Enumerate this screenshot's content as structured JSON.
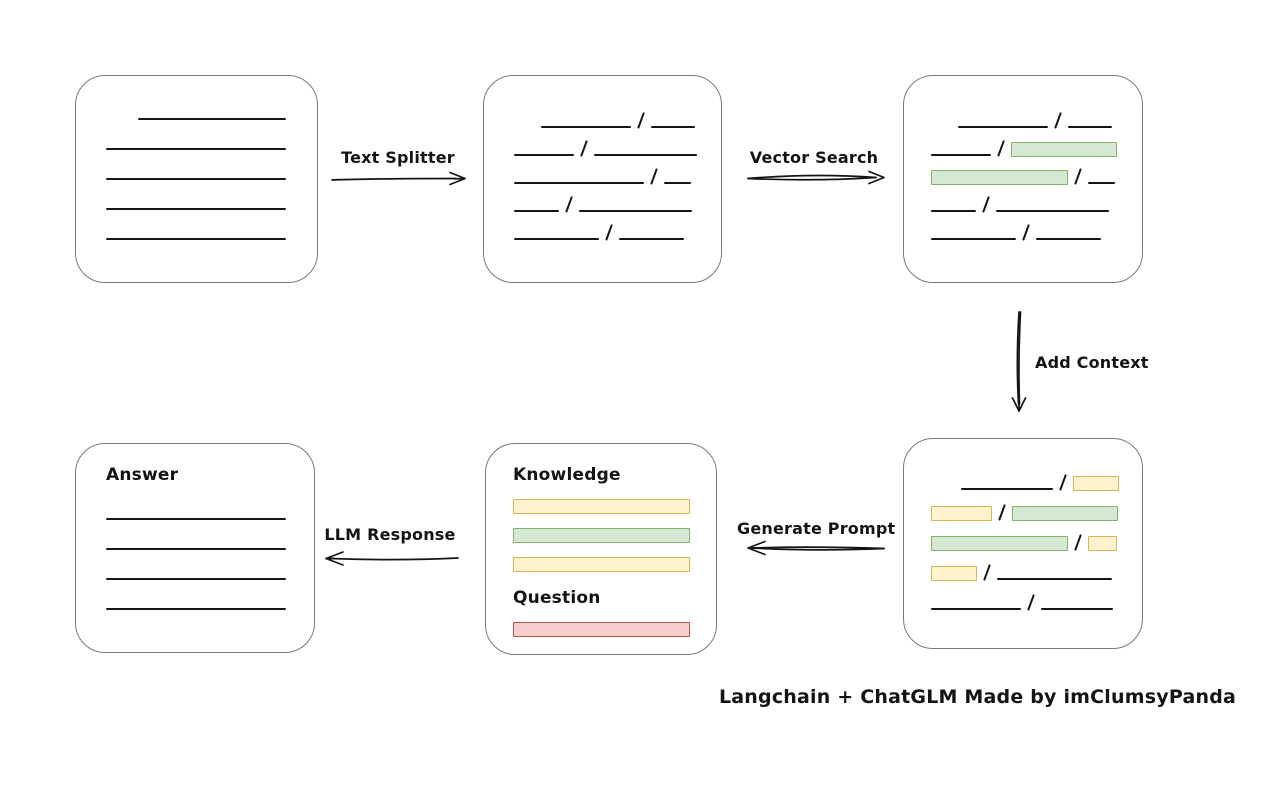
{
  "caption": "Langchain + ChatGLM Made by imClumsyPanda",
  "labels": {
    "text_splitter": "Text Splitter",
    "vector_search": "Vector Search",
    "add_context": "Add Context",
    "generate_prompt": "Generate Prompt",
    "llm_response": "LLM Response",
    "knowledge": "Knowledge",
    "question": "Question",
    "answer": "Answer"
  },
  "colors": {
    "green_fill": "#d5e8d4",
    "green_stroke": "#82b366",
    "yellow_fill": "#fff2cc",
    "yellow_stroke": "#d6b656",
    "red_fill": "#f8cecc",
    "red_stroke": "#b85450",
    "box_stroke": "#7b7b7b",
    "line": "#161616"
  },
  "boxes": {
    "document": {
      "rows": [
        [
          {
            "t": "gap",
            "w": 32
          },
          {
            "t": "line",
            "w": 148
          }
        ],
        [
          {
            "t": "line",
            "w": 180
          }
        ],
        [
          {
            "t": "line",
            "w": 180
          }
        ],
        [
          {
            "t": "line",
            "w": 180
          }
        ],
        [
          {
            "t": "line",
            "w": 180
          }
        ]
      ]
    },
    "chunks": {
      "rows": [
        [
          {
            "t": "gap",
            "w": 27
          },
          {
            "t": "line",
            "w": 90
          },
          {
            "t": "slash"
          },
          {
            "t": "line",
            "w": 44
          }
        ],
        [
          {
            "t": "line",
            "w": 60
          },
          {
            "t": "slash"
          },
          {
            "t": "line",
            "w": 103
          }
        ],
        [
          {
            "t": "line",
            "w": 130
          },
          {
            "t": "slash"
          },
          {
            "t": "line",
            "w": 27
          }
        ],
        [
          {
            "t": "line",
            "w": 45
          },
          {
            "t": "slash"
          },
          {
            "t": "line",
            "w": 113
          }
        ],
        [
          {
            "t": "line",
            "w": 85
          },
          {
            "t": "slash"
          },
          {
            "t": "line",
            "w": 65
          }
        ]
      ]
    },
    "retrieved": {
      "rows": [
        [
          {
            "t": "gap",
            "w": 27
          },
          {
            "t": "line",
            "w": 90
          },
          {
            "t": "slash"
          },
          {
            "t": "line",
            "w": 44
          }
        ],
        [
          {
            "t": "line",
            "w": 60
          },
          {
            "t": "slash"
          },
          {
            "t": "chip",
            "c": "green",
            "w": 104
          }
        ],
        [
          {
            "t": "chip",
            "c": "green",
            "w": 135
          },
          {
            "t": "slash"
          },
          {
            "t": "line",
            "w": 27
          }
        ],
        [
          {
            "t": "line",
            "w": 45
          },
          {
            "t": "slash"
          },
          {
            "t": "line",
            "w": 113
          }
        ],
        [
          {
            "t": "line",
            "w": 85
          },
          {
            "t": "slash"
          },
          {
            "t": "line",
            "w": 65
          }
        ]
      ]
    },
    "context": {
      "rows": [
        [
          {
            "t": "gap",
            "w": 30
          },
          {
            "t": "line",
            "w": 92
          },
          {
            "t": "slash"
          },
          {
            "t": "chip",
            "c": "yellow",
            "w": 44
          }
        ],
        [
          {
            "t": "chip",
            "c": "yellow",
            "w": 59
          },
          {
            "t": "slash"
          },
          {
            "t": "chip",
            "c": "green",
            "w": 104
          }
        ],
        [
          {
            "t": "chip",
            "c": "green",
            "w": 135
          },
          {
            "t": "slash"
          },
          {
            "t": "chip",
            "c": "yellow",
            "w": 27
          }
        ],
        [
          {
            "t": "chip",
            "c": "yellow",
            "w": 44
          },
          {
            "t": "slash"
          },
          {
            "t": "line",
            "w": 115
          }
        ],
        [
          {
            "t": "line",
            "w": 90
          },
          {
            "t": "slash"
          },
          {
            "t": "line",
            "w": 72
          }
        ]
      ]
    },
    "prompt_knowledge": {
      "rows": [
        [
          {
            "t": "bar",
            "c": "yellow",
            "w": 175
          }
        ],
        [
          {
            "t": "bar",
            "c": "green",
            "w": 175
          }
        ],
        [
          {
            "t": "bar",
            "c": "yellow",
            "w": 175
          }
        ]
      ]
    },
    "prompt_question": {
      "rows": [
        [
          {
            "t": "bar",
            "c": "red",
            "w": 175
          }
        ]
      ]
    },
    "answer": {
      "rows": [
        [
          {
            "t": "line",
            "w": 180
          }
        ],
        [
          {
            "t": "line",
            "w": 180
          }
        ],
        [
          {
            "t": "line",
            "w": 180
          }
        ],
        [
          {
            "t": "line",
            "w": 180
          }
        ]
      ]
    }
  }
}
